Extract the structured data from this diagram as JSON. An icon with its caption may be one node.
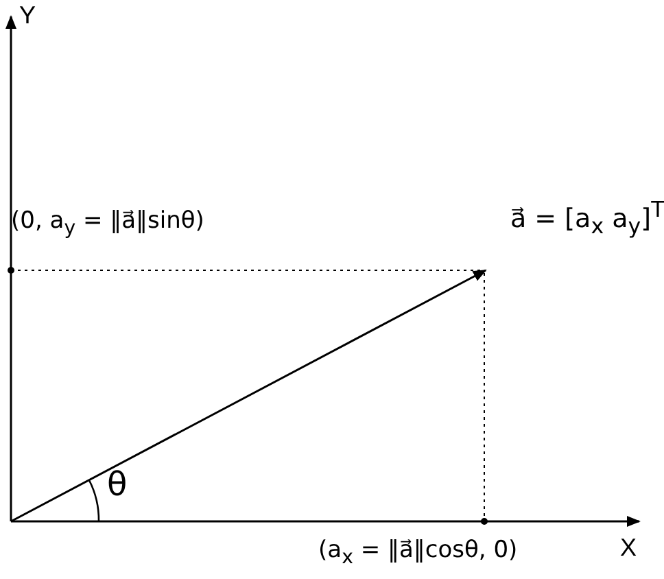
{
  "diagram": {
    "labels": [
      "Y",
      "(0, a$_{y}$ = ‖a⃗‖sinθ)",
      "a⃗ = [a$_{x}$ a$_{y}$]$^{T}$",
      "θ",
      "(a$_{x}$ = ‖a⃗‖cosθ, 0)",
      "X"
    ]
  }
}
